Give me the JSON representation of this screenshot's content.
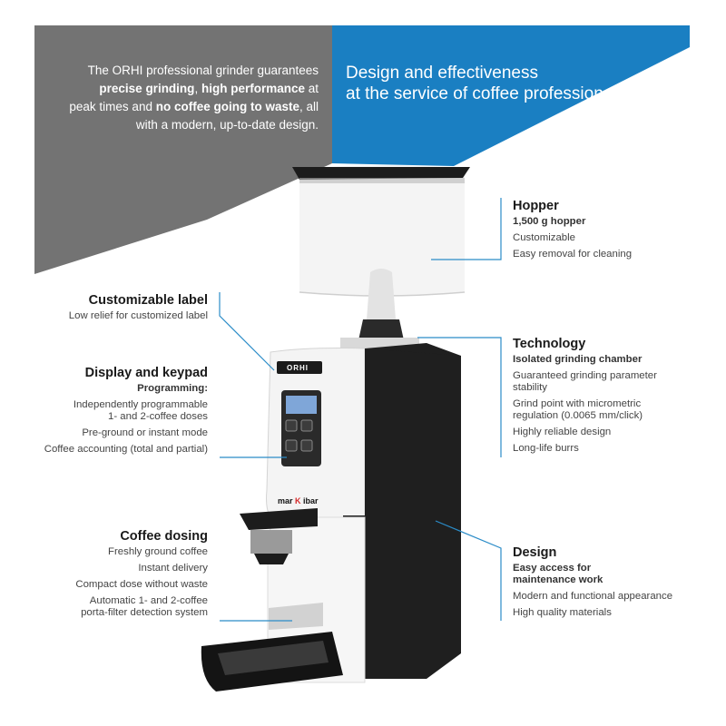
{
  "intro": {
    "line1": "The ORHI professional grinder guarantees",
    "bold1": "precise grinding",
    "sep1": ", ",
    "bold2": "high performance",
    "rest2": " at",
    "line3a": "peak times and ",
    "bold3": "no coffee going to waste",
    "rest3": ", all",
    "line4": "with a modern, up-to-date design."
  },
  "headline": {
    "line1": "Design and effectiveness",
    "line2": "at the service of coffee professionals"
  },
  "hopper": {
    "title": "Hopper",
    "sub": "1,500 g hopper",
    "items": [
      "Customizable",
      "Easy removal for cleaning"
    ]
  },
  "technology": {
    "title": "Technology",
    "sub": "Isolated grinding chamber",
    "items": [
      "Guaranteed grinding parameter stability",
      "Grind point with micrometric regulation (0.0065 mm/click)",
      "Highly reliable design",
      "Long-life burrs"
    ]
  },
  "design": {
    "title": "Design",
    "sub": "Easy access for maintenance work",
    "items": [
      "Modern and functional appearance",
      "High quality materials"
    ]
  },
  "label": {
    "title": "Customizable label",
    "items": [
      "Low relief for customized label"
    ]
  },
  "display": {
    "title": "Display and keypad",
    "sub": "Programming:",
    "items": [
      "Independently programmable 1- and 2-coffee doses",
      "Pre-ground or instant mode",
      "Coffee accounting (total and partial)"
    ]
  },
  "dosing": {
    "title": "Coffee dosing",
    "items": [
      "Freshly ground coffee",
      "Instant delivery",
      "Compact dose without waste",
      "Automatic 1- and 2-coffee porta-filter detection system"
    ]
  },
  "device": {
    "label": "ORHI",
    "brand": "mar",
    "brand_mark": "K",
    "brand_end": "ibar"
  },
  "colors": {
    "grey": "#737373",
    "blue": "#1a7fc2",
    "line": "#2b8cc8"
  }
}
